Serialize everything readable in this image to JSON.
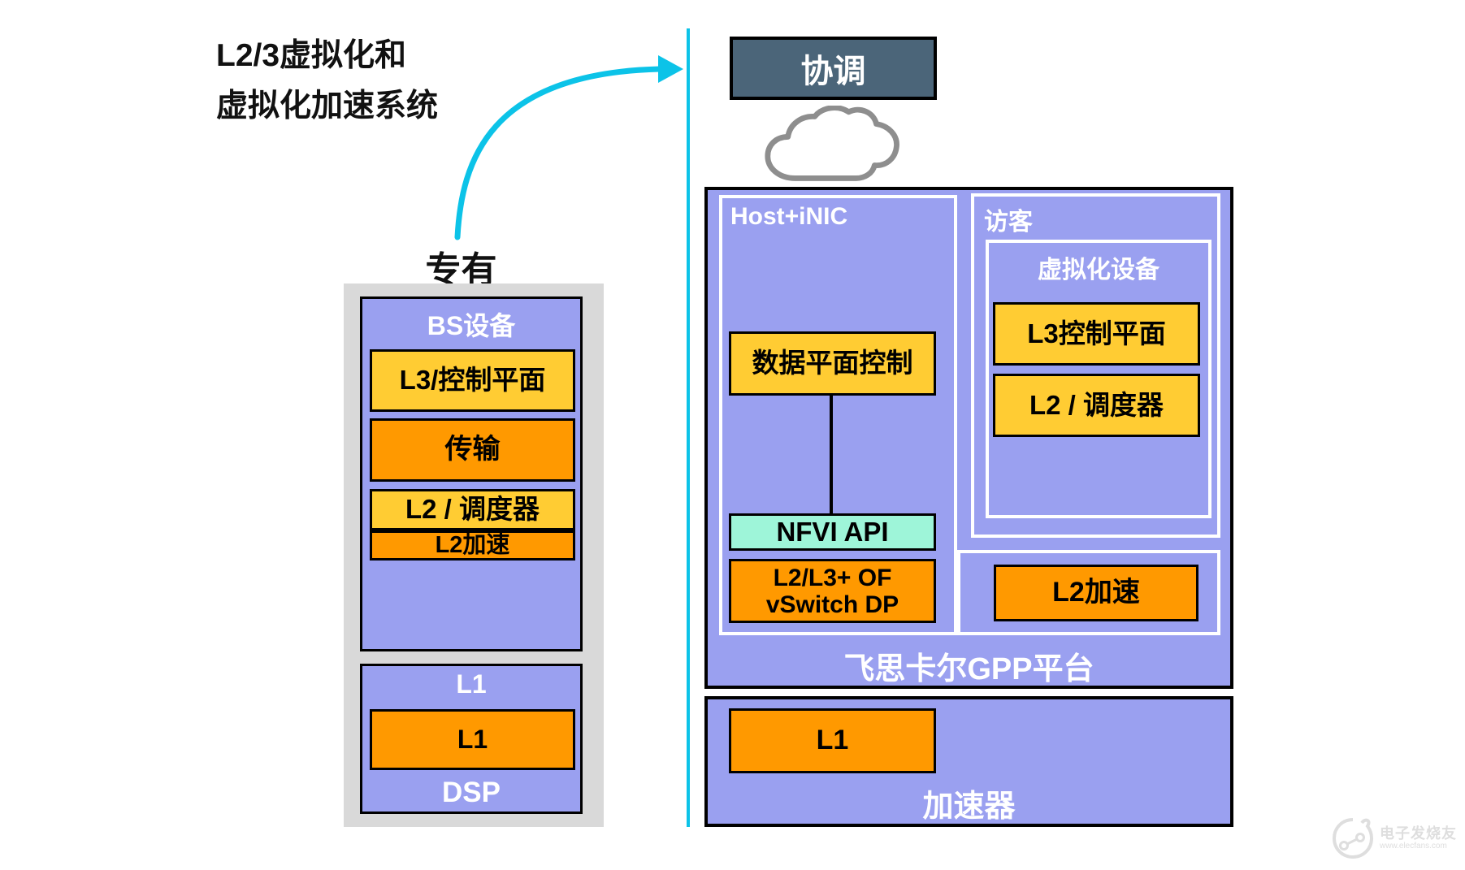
{
  "colors": {
    "purple": "#9aa0f0",
    "yellow": "#ffcc33",
    "orange": "#ff9900",
    "mint": "#9ef5d9",
    "slate": "#4b6579",
    "panel_gray": "#d9d9d9",
    "cyan": "#0cc3e8",
    "cloud_gray": "#8e8e8e",
    "ink": "#000000",
    "watermark_gray": "#dedede"
  },
  "title": {
    "line1": "L2/3虚拟化和",
    "line2": "虚拟化加速系统"
  },
  "left_panel": {
    "label": "专有",
    "bs_box": {
      "title": "BS设备",
      "l3_control_plane": "L3/控制平面",
      "transport": "传输",
      "l2_scheduler": "L2 / 调度器",
      "l2_accel": "L2加速"
    },
    "l1_box": {
      "title": "L1",
      "l1": "L1",
      "footer": "DSP"
    }
  },
  "right_panel": {
    "orchestration_label": "协调",
    "gpp_box": {
      "host_inic": {
        "title": "Host+iNIC",
        "data_plane_control": "数据平面控制",
        "nfvi_api": "NFVI API",
        "vswitch_line1": "L2/L3+ OF",
        "vswitch_line2": "vSwitch DP"
      },
      "guest": {
        "title": "访客",
        "virtualized_device": {
          "title": "虚拟化设备",
          "l3_control_plane": "L3控制平面",
          "l2_scheduler": "L2 / 调度器"
        }
      },
      "l2_accel": "L2加速",
      "footer": "飞思卡尔GPP平台"
    },
    "accelerator_box": {
      "l1": "L1",
      "footer": "加速器"
    }
  },
  "watermark": {
    "brand": "电子发烧友",
    "url": "www.elecfans.com"
  }
}
